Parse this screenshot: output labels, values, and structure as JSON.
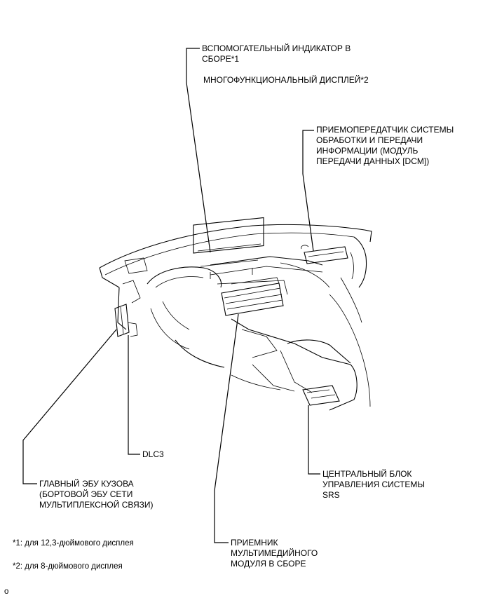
{
  "labels": {
    "aux_indicator": "ВСПОМОГАТЕЛЬНЫЙ ИНДИКАТОР В\nСБОРЕ*1",
    "multi_display": "МНОГОФУНКЦИОНАЛЬНЫЙ ДИСПЛЕЙ*2",
    "dcm": "ПРИЕМОПЕРЕДАТЧИК СИСТЕМЫ\nОБРАБОТКИ И ПЕРЕДАЧИ\nИНФОРМАЦИИ (МОДУЛЬ\nПЕРЕДАЧИ ДАННЫХ [DCM])",
    "dlc3": "DLC3",
    "body_ecu": "ГЛАВНЫЙ ЭБУ КУЗОВА\n(БОРТОВОЙ ЭБУ СЕТИ\nМУЛЬТИПЛЕКСНОЙ СВЯЗИ)",
    "srs": "ЦЕНТРАЛЬНЫЙ БЛОК\nУПРАВЛЕНИЯ СИСТЕМЫ\nSRS",
    "multimedia": "ПРИЕМНИК\nМУЛЬТИМЕДИЙНОГО\nМОДУЛЯ В СБОРЕ"
  },
  "notes": {
    "note1": "*1: для 12,3-дюймового дисплея",
    "note2": "*2: для 8-дюймового дисплея"
  },
  "corner_mark": "o"
}
